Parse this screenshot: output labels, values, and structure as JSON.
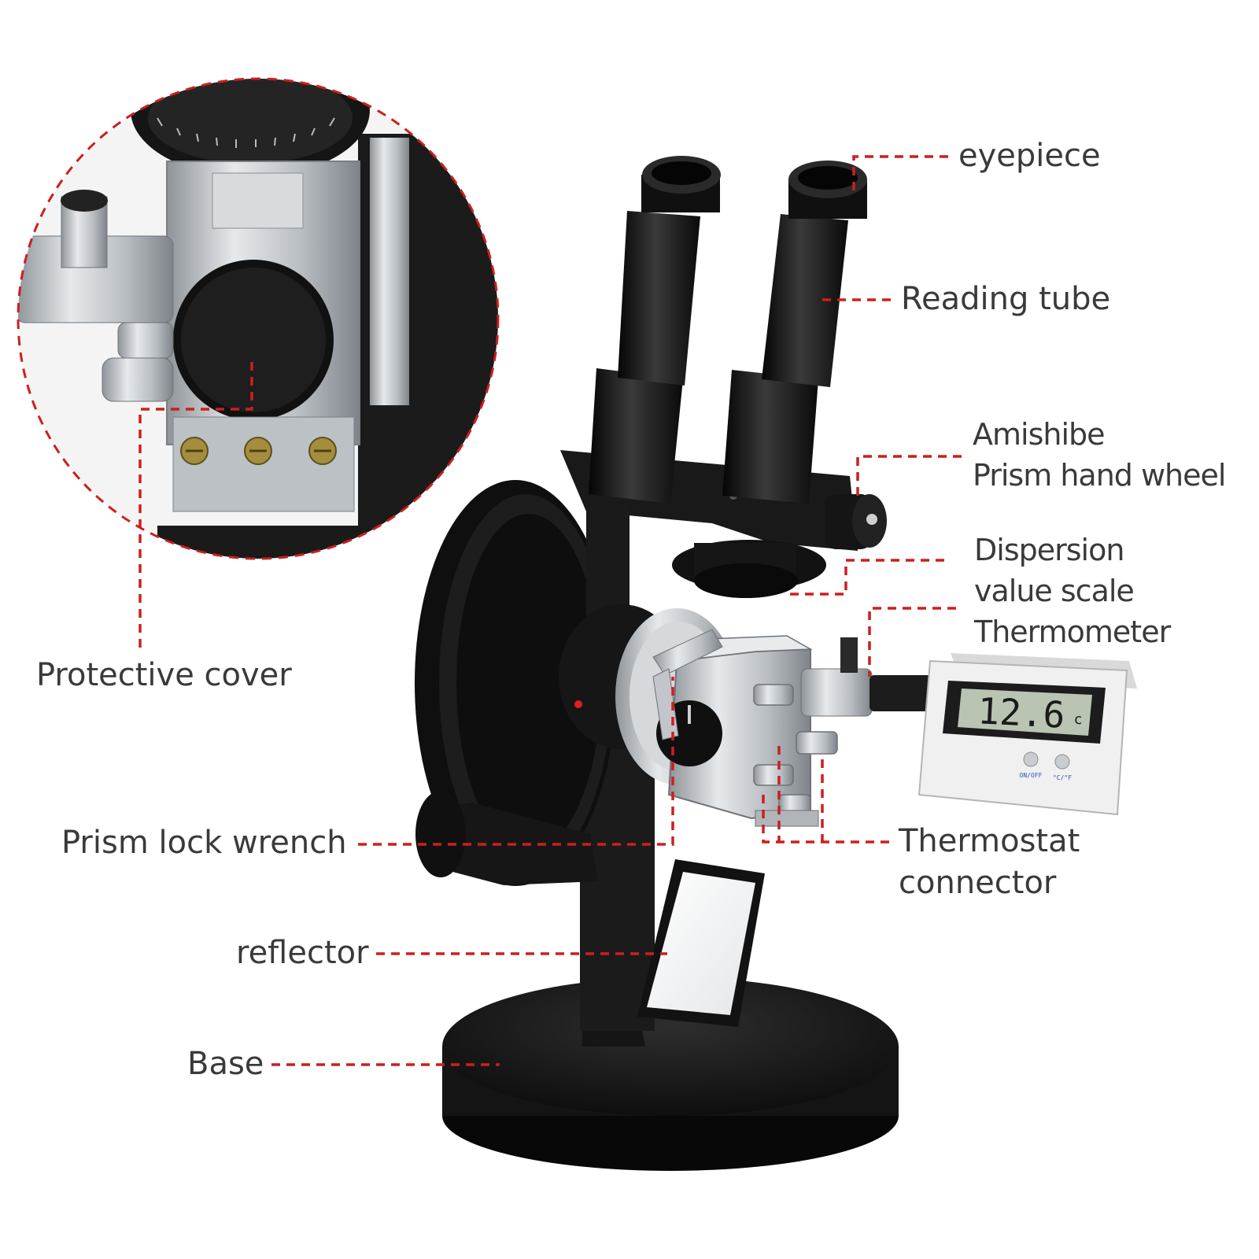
{
  "labels": {
    "eyepiece": "eyepiece",
    "reading_tube": "Reading tube",
    "amishibe_line1": "Amishibe",
    "amishibe_line2": "Prism hand wheel",
    "dispersion_line1": "Dispersion",
    "dispersion_line2": "value scale",
    "thermometer": "Thermometer",
    "protective_cover": "Protective cover",
    "prism_lock_wrench": "Prism lock wrench",
    "thermostat_line1": "Thermostat",
    "thermostat_line2": "connector",
    "reflector": "reflector",
    "base": "Base"
  },
  "thermometer_display": {
    "reading": "12.6",
    "unit": "c",
    "button_left": "ON/OFF",
    "button_right": "°C/°F"
  },
  "colors": {
    "leader_line": "#cc1f1f",
    "label_text": "#3a3a3a",
    "instrument_body": "#141414",
    "metal": "#c4c8cc",
    "lcd_screen": "#b9c4b2"
  }
}
